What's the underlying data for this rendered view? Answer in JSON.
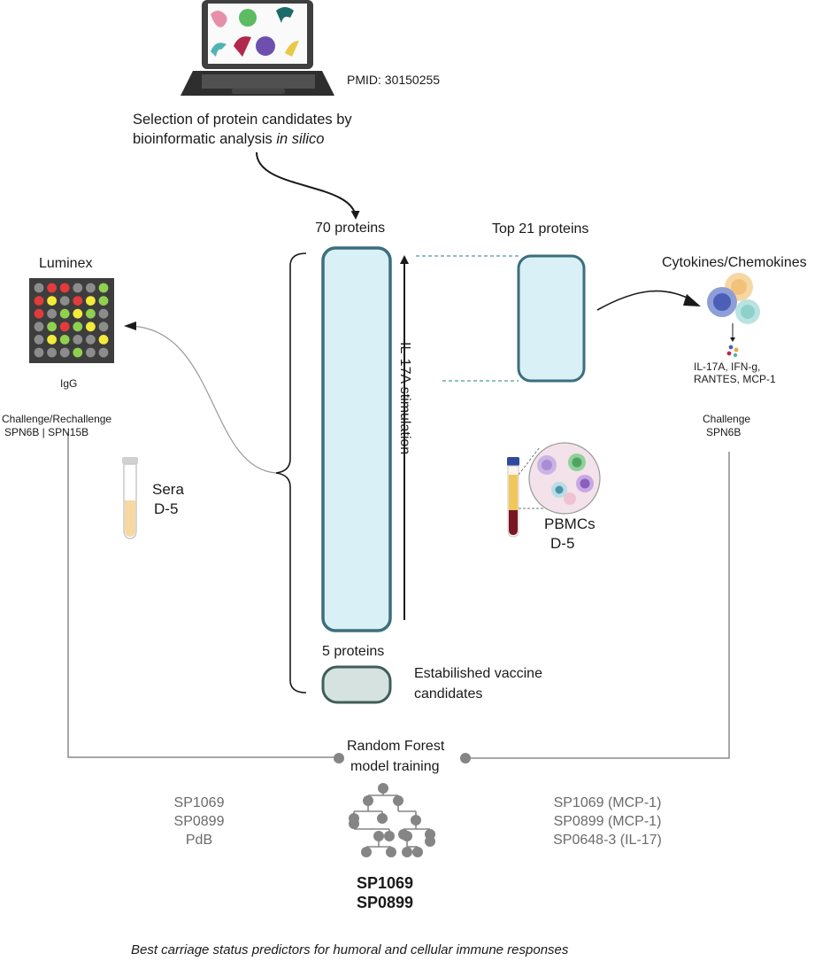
{
  "pmid": "PMID: 30150255",
  "selection": {
    "line1": "Selection of protein candidates by",
    "line2_prefix": "bioinformatic analysis ",
    "line2_italic": "in silico"
  },
  "proteins70": "70 proteins",
  "top21": "Top 21 proteins",
  "proteins5": "5 proteins",
  "established": {
    "line1": "Estabilished vaccine",
    "line2": "candidates"
  },
  "il17a_stim": "IL-17A stimulation",
  "luminex": {
    "title": "Luminex",
    "igg": "IgG",
    "challenge_line1": "Challenge/Rechallenge",
    "challenge_line2": "SPN6B | SPN15B"
  },
  "sera": {
    "line1": "Sera",
    "line2": "D-5"
  },
  "pbmcs": {
    "line1": "PBMCs",
    "line2": "D-5"
  },
  "cytokines": {
    "title": "Cytokines/Chemokines",
    "line1": "IL-17A, IFN-g,",
    "line2": "RANTES, MCP-1",
    "challenge_line1": "Challenge",
    "challenge_line2": "SPN6B"
  },
  "rf": {
    "line1": "Random Forest",
    "line2": "model training"
  },
  "humoral_predictors": [
    "SP1069",
    "SP0899",
    "PdB"
  ],
  "cellular_predictors": [
    "SP1069 (MCP-1)",
    "SP0899 (MCP-1)",
    "SP0648-3 (IL-17)"
  ],
  "final_predictors": [
    "SP1069",
    "SP0899"
  ],
  "caption": "Best carriage status predictors for humoral and cellular immune responses",
  "colors": {
    "box_fill": "#d9f0f6",
    "box_stroke": "#3c6e7e",
    "grey_box": "#d6e2df",
    "grey_line": "#808080",
    "node": "#858585"
  },
  "luminex_grid": [
    [
      "grey",
      "red",
      "red",
      "grey",
      "grey",
      "green"
    ],
    [
      "red",
      "yellow",
      "grey",
      "red",
      "yellow",
      "green"
    ],
    [
      "red",
      "grey",
      "green",
      "yellow",
      "green",
      "grey"
    ],
    [
      "grey",
      "green",
      "red",
      "green",
      "yellow",
      "grey"
    ],
    [
      "grey",
      "yellow",
      "green",
      "grey",
      "grey",
      "yellow"
    ],
    [
      "grey",
      "grey",
      "grey",
      "green",
      "grey",
      "grey"
    ]
  ]
}
